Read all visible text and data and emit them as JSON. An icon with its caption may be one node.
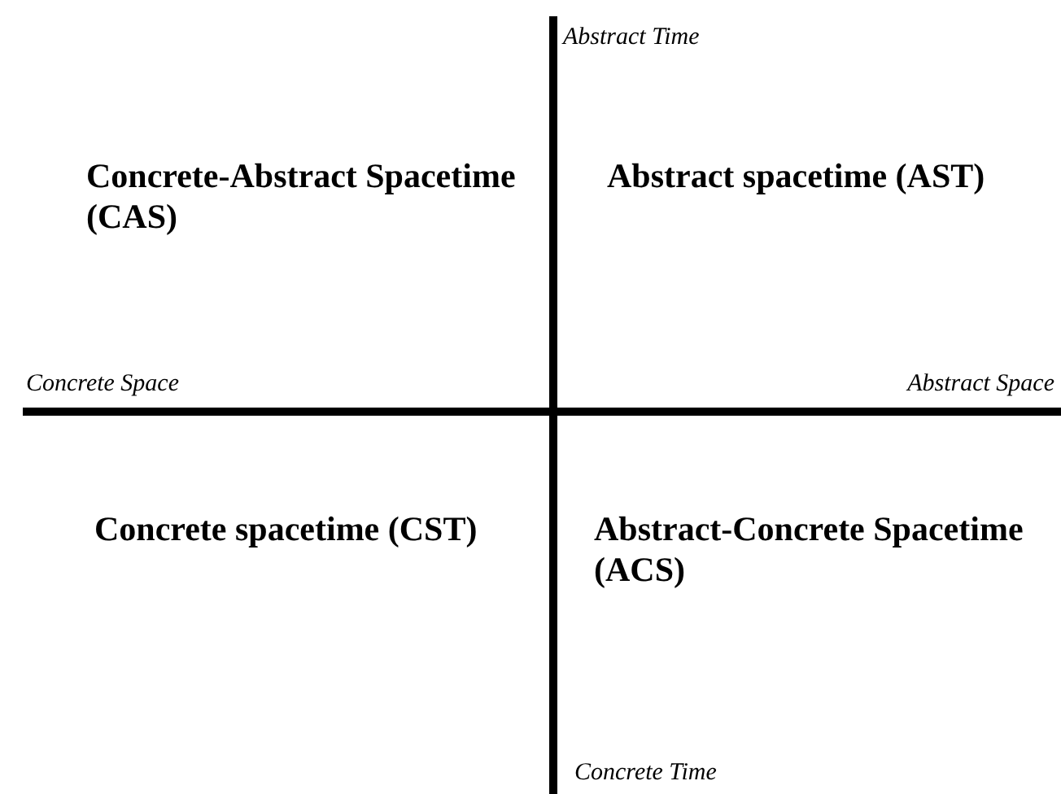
{
  "diagram": {
    "labels": [
      "Abstract Time",
      "Concrete-Abstract Spacetime (CAS)",
      "Abstract spacetime (AST)",
      "Concrete Space",
      "Abstract Space",
      "Concrete spacetime (CST)",
      "Abstract-Concrete Spacetime (ACS)",
      "Concrete Time"
    ]
  }
}
